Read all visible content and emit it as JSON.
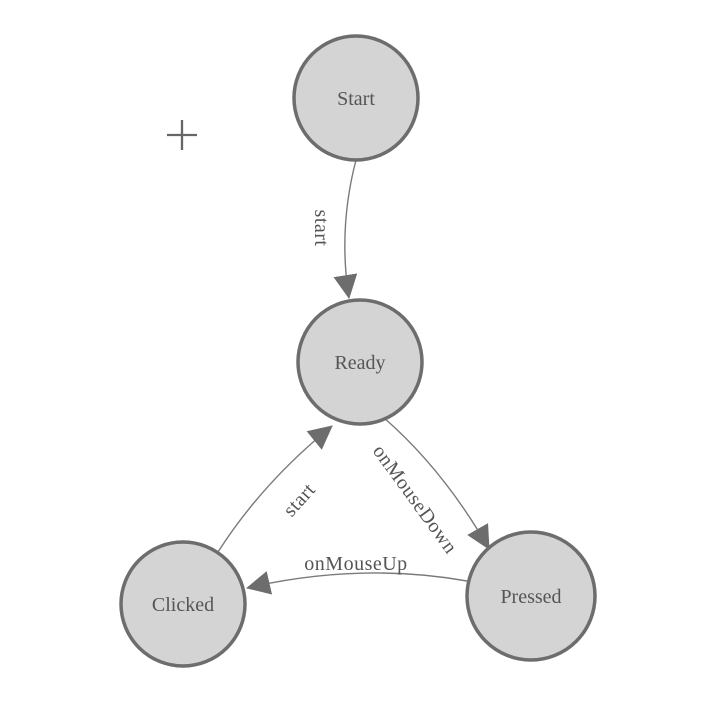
{
  "canvas": {
    "background": "#ffffff"
  },
  "colors": {
    "node_fill": "#d4d4d4",
    "node_stroke": "#6d6d6d",
    "edge_stroke": "#7a7a7a",
    "arrow_fill": "#6d6d6d",
    "label_color": "#555555",
    "crosshair_color": "#666666"
  },
  "diagram": {
    "type": "state-machine",
    "nodes": [
      {
        "id": "start",
        "label": "Start"
      },
      {
        "id": "ready",
        "label": "Ready"
      },
      {
        "id": "clicked",
        "label": "Clicked"
      },
      {
        "id": "pressed",
        "label": "Pressed"
      }
    ],
    "edges": [
      {
        "id": "start-to-ready",
        "from": "start",
        "to": "ready",
        "label": "start"
      },
      {
        "id": "clicked-to-ready",
        "from": "clicked",
        "to": "ready",
        "label": "start"
      },
      {
        "id": "ready-to-pressed",
        "from": "ready",
        "to": "pressed",
        "label": "onMouseDown"
      },
      {
        "id": "pressed-to-clicked",
        "from": "pressed",
        "to": "clicked",
        "label": "onMouseUp"
      }
    ]
  }
}
